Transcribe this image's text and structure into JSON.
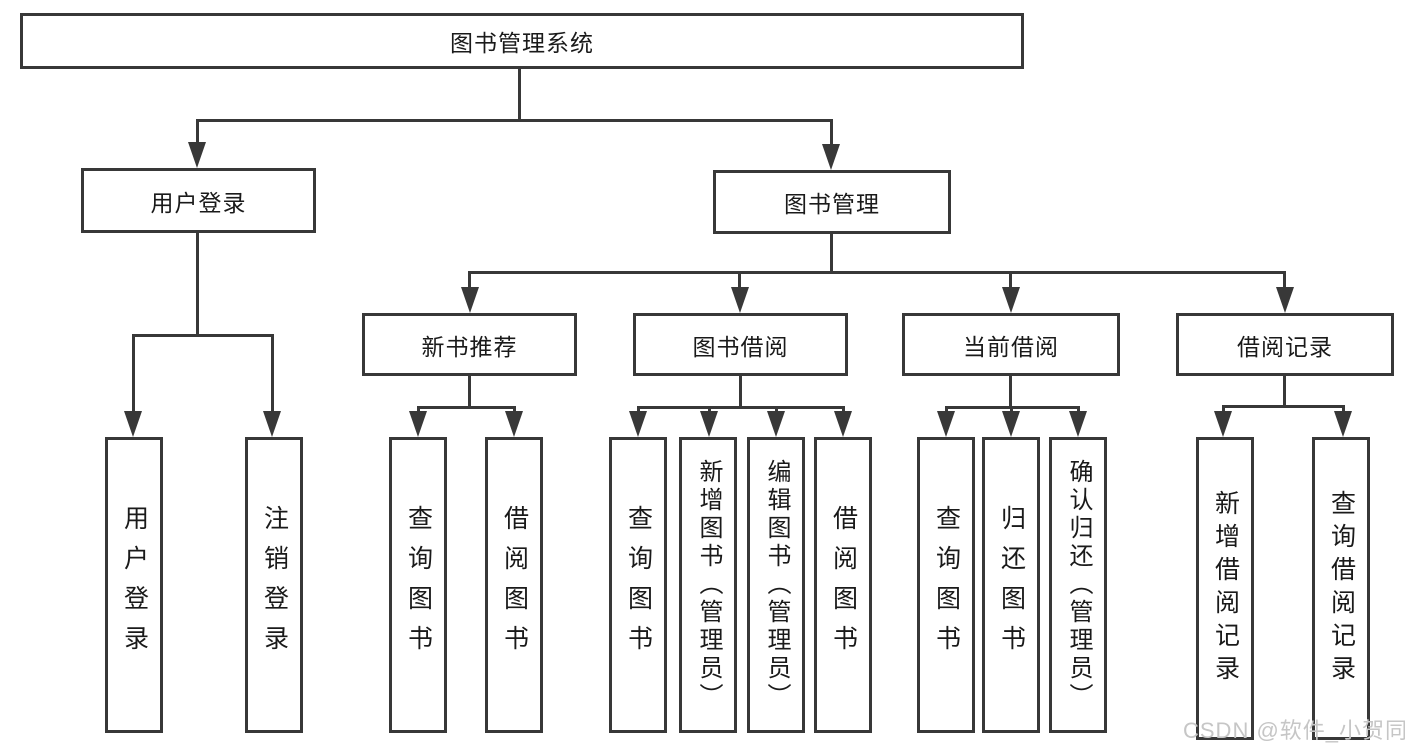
{
  "diagram": {
    "title": "图书管理系统",
    "level2": [
      {
        "label": "用户登录"
      },
      {
        "label": "图书管理"
      }
    ],
    "level3": [
      {
        "label": "新书推荐"
      },
      {
        "label": "图书借阅"
      },
      {
        "label": "当前借阅"
      },
      {
        "label": "借阅记录"
      }
    ],
    "leaves": {
      "login": [
        {
          "label": "用户登录"
        },
        {
          "label": "注销登录"
        }
      ],
      "recommend": [
        {
          "label": "查询图书"
        },
        {
          "label": "借阅图书"
        }
      ],
      "borrow": [
        {
          "label": "查询图书"
        },
        {
          "label": "新增图书（管理员）"
        },
        {
          "label": "编辑图书（管理员）"
        },
        {
          "label": "借阅图书"
        }
      ],
      "current": [
        {
          "label": "查询图书"
        },
        {
          "label": "归还图书"
        },
        {
          "label": "确认归还（管理员）"
        }
      ],
      "record": [
        {
          "label": "新增借阅记录"
        },
        {
          "label": "查询借阅记录"
        }
      ]
    },
    "watermark": "CSDN @软件_小贺同学",
    "colors": {
      "line": "#383838",
      "text": "#1a1a1a",
      "watermark": "#c6c6c6",
      "background": "#ffffff"
    }
  }
}
